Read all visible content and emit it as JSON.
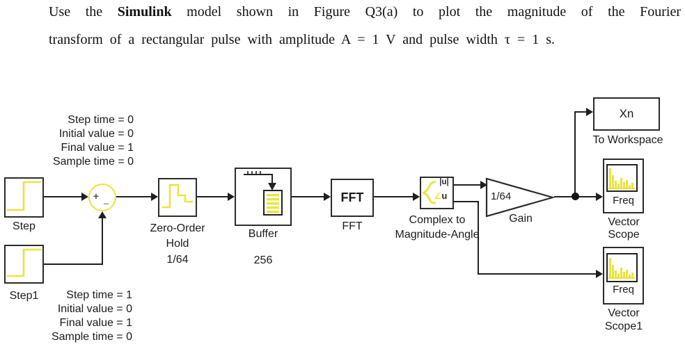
{
  "header": {
    "line1_pre": "Use the ",
    "line1_bold": "Simulink",
    "line1_post": " model shown in Figure Q3(a) to plot the magnitude of the Fourier",
    "line2": "transform of a rectangular pulse with amplitude A = 1 V and pulse width τ = 1 s."
  },
  "annotations": {
    "step_params": [
      "Step time = 0",
      "Initial value = 0",
      "Final value = 1",
      "Sample time = 0"
    ],
    "step1_params": [
      "Step time = 1",
      "Initial value = 0",
      "Final value = 1",
      "Sample time = 0"
    ]
  },
  "blocks": {
    "step": {
      "label": "Step"
    },
    "step1": {
      "label": "Step1"
    },
    "sum": {
      "plus": "+",
      "minus": "−"
    },
    "zoh": {
      "label1": "Zero-Order",
      "label2": "Hold",
      "param": "1/64"
    },
    "buffer": {
      "label": "Buffer",
      "param": "256"
    },
    "fft": {
      "icon_text": "FFT",
      "label": "FFT"
    },
    "cma": {
      "out_mag": "|u|",
      "out_angle_symbol": "∠",
      "out_angle_letter": "u",
      "label1": "Complex to",
      "label2": "Magnitude-Angle"
    },
    "gain": {
      "value": "1/64",
      "label": "Gain"
    },
    "to_workspace": {
      "icon_text": "Xn",
      "label": "To Workspace"
    },
    "vector_scope": {
      "port_label": "Freq",
      "label1": "Vector",
      "label2": "Scope"
    },
    "vector_scope1": {
      "port_label": "Freq",
      "label1": "Vector",
      "label2": "Scope1"
    }
  },
  "colors": {
    "signal_yellow": "#e9e43e",
    "wire_black": "#1f1f1f"
  }
}
